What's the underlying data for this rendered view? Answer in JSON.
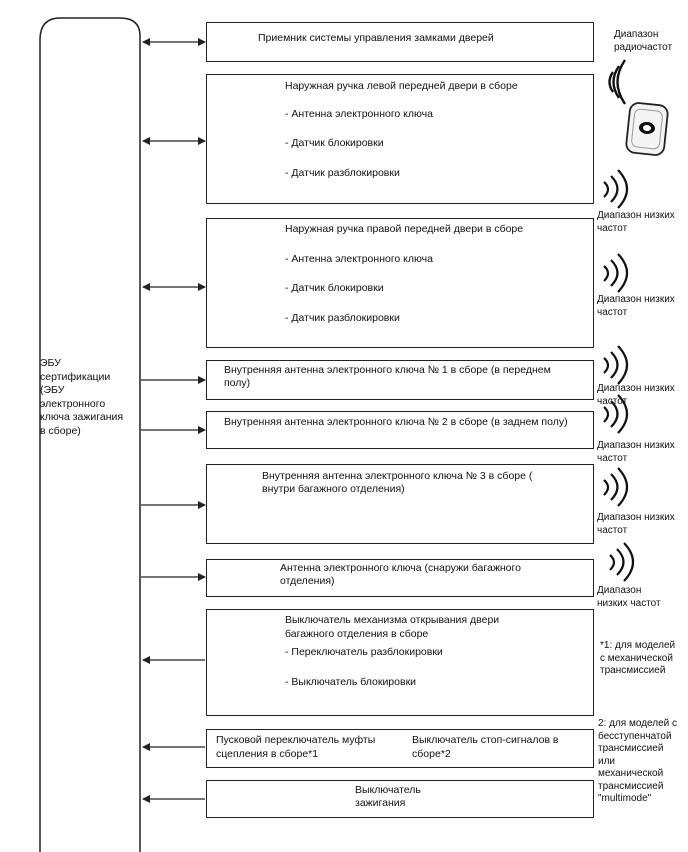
{
  "ecu": {
    "label": "ЭБУ\nсертификации\n(ЭБУ\nэлектронного\nключа зажигания\nв сборе)"
  },
  "components": {
    "door_lock_receiver": "Приемник системы управления замками дверей",
    "left_handle": {
      "title": "Наружная ручка левой передней двери в сборе",
      "items": [
        "- Антенна электронного ключа",
        "- Датчик блокировки",
        "- Датчик разблокировки"
      ]
    },
    "right_handle": {
      "title": "Наружная ручка правой передней двери в сборе",
      "items": [
        "- Антенна электронного ключа",
        "- Датчик блокировки",
        "- Датчик разблокировки"
      ]
    },
    "antenna1": {
      "line1": "Внутренняя антенна электронного ключа № 1 в сборе (в переднем",
      "line2": "полу)"
    },
    "antenna2": "Внутренняя антенна электронного ключа № 2 в сборе (в заднем полу)",
    "antenna3": {
      "line1": "Внутренняя антенна электронного ключа № 3 в сборе (",
      "line2": "внутри багажного отделения)"
    },
    "antenna_out": {
      "line1": "Антенна электронного ключа (снаружи багажного",
      "line2": "отделения)"
    },
    "trunk_switch": {
      "line1": "Выключатель механизма открывания двери",
      "line2": "багажного отделения в сборе",
      "items": [
        "- Переключатель разблокировки",
        "- Выключатель блокировки"
      ]
    },
    "clutch": {
      "line1": "Пусковой переключатель муфты",
      "line2": "сцепления в сборе*1"
    },
    "stop": {
      "line1": "Выключатель стоп-сигналов в",
      "line2": "сборе*2"
    },
    "ignition": {
      "line1": "Выключатель",
      "line2": "зажигания"
    }
  },
  "side_labels": {
    "radio": "Диапазон\nрадиочастот",
    "low1": "Диапазон низких\nчастот",
    "low2": "Диапазон низких\nчастот",
    "low3": "Диапазон низких\nчастот",
    "low4": "Диапазон низких\nчастот",
    "low5": "Диапазон низких\nчастот",
    "low6": "Диапазон\nнизких частот",
    "note1": "*1: для моделей\nс механической\nтрансмиссией",
    "note2": "2: для моделей с\nбесступенчатой\nтрансмиссией\nили\nмеханической\nтрансмиссией\n\"multimode\""
  },
  "icons": [
    "radio-waves-icon",
    "smart-key-fob-icon",
    "low-frequency-waves-icon"
  ]
}
